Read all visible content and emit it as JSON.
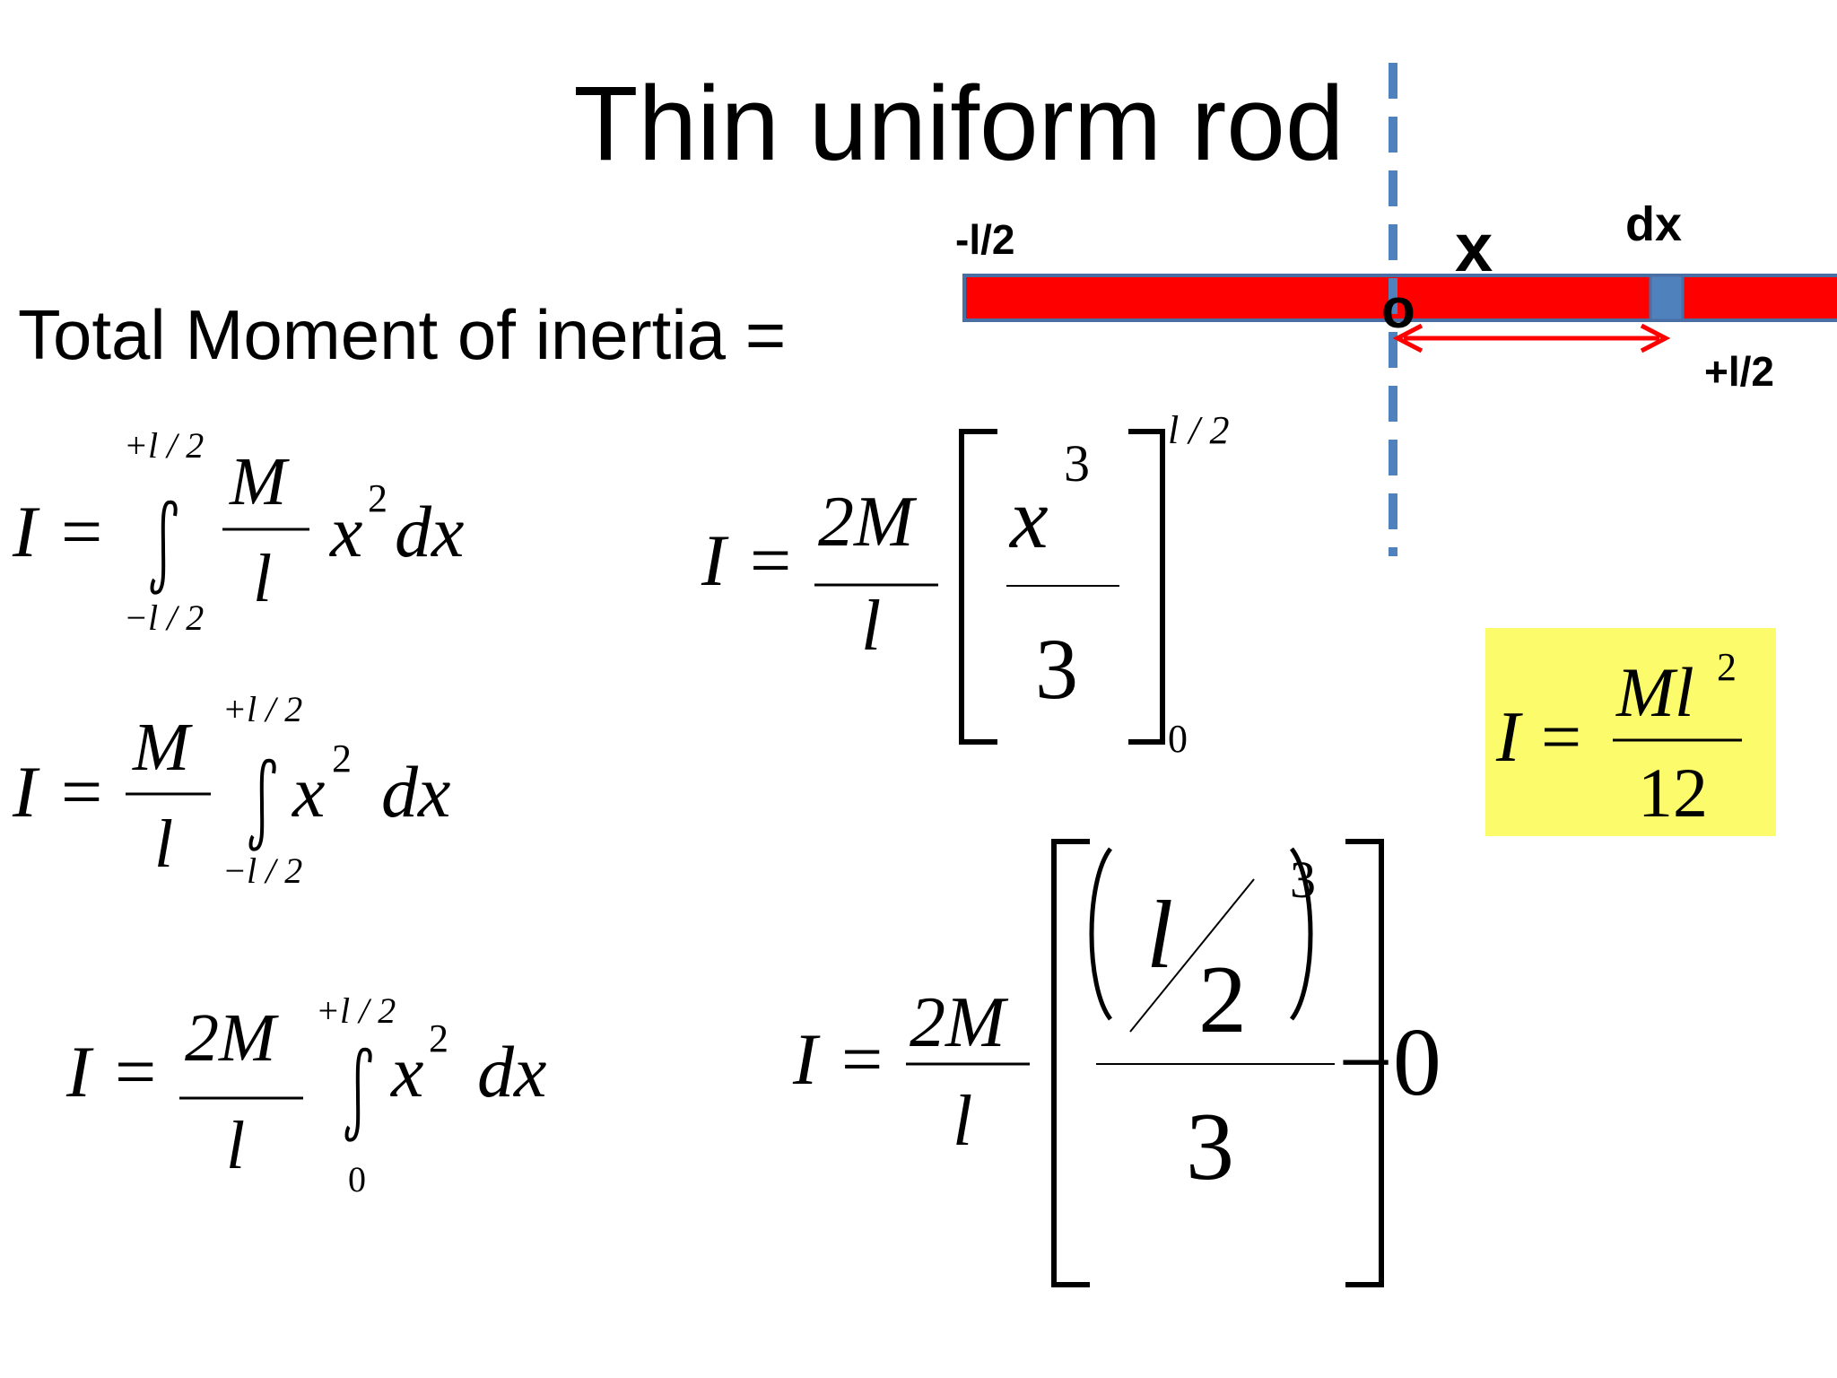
{
  "title": "Thin uniform rod",
  "heading": "Total Moment of inertia =",
  "diagram": {
    "left_end_label": "-l/2",
    "right_end_label": "+l/2",
    "origin_label": "o",
    "position_label": "x",
    "element_label": "dx",
    "colors": {
      "rod": "#ff0000",
      "rod_border": "#4a6fa5",
      "axis": "#4f81bd",
      "element": "#4f81bd",
      "arrow": "#ff0000"
    }
  },
  "equations": {
    "eq1": {
      "lhs": "I",
      "eq": "=",
      "upper": "+l / 2",
      "lower": "−l / 2",
      "num": "M",
      "den": "l",
      "x": "x",
      "exp": "2",
      "dx": "dx"
    },
    "eq2": {
      "lhs": "I",
      "eq": "=",
      "num": "M",
      "den": "l",
      "upper": "+l / 2",
      "lower": "−l / 2",
      "x": "x",
      "exp": "2",
      "dx": "dx"
    },
    "eq3": {
      "lhs": "I",
      "eq": "=",
      "num": "2M",
      "den": "l",
      "upper": "+l / 2",
      "lower": "0",
      "x": "x",
      "exp": "2",
      "dx": "dx"
    },
    "eq4": {
      "lhs": "I",
      "eq": "=",
      "num": "2M",
      "den": "l",
      "inner_num": "x",
      "inner_exp": "3",
      "inner_den": "3",
      "upper": "l / 2",
      "lower": "0"
    },
    "eq5": {
      "lhs": "I",
      "eq": "=",
      "num": "2M",
      "den": "l",
      "l": "l",
      "two": "2",
      "exp": "3",
      "den3": "3",
      "minus_zero": "−0"
    },
    "result": {
      "lhs": "I",
      "eq": "=",
      "num": "Ml",
      "exp": "2",
      "den": "12",
      "box_color": "#fbfb6b"
    }
  }
}
